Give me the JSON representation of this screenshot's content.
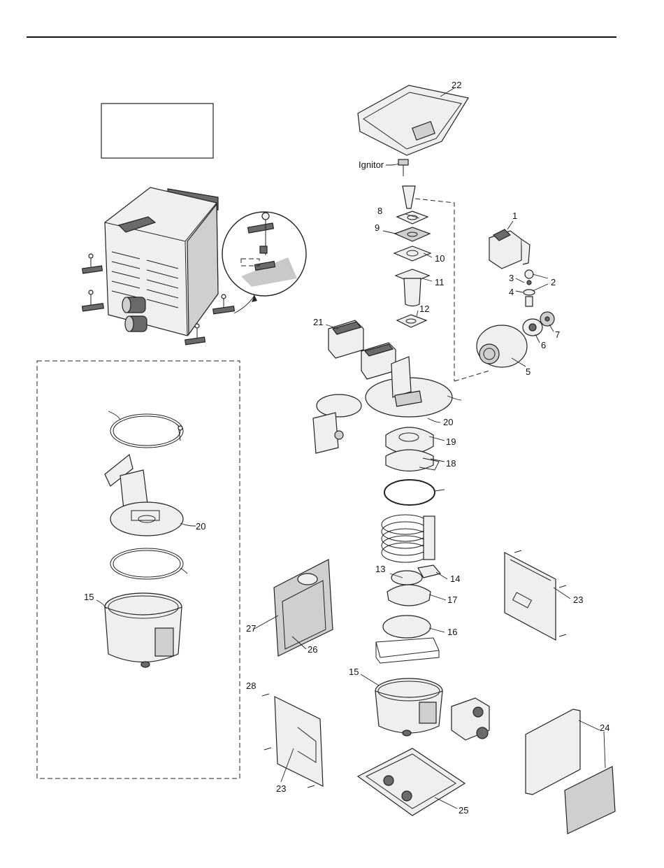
{
  "diagram": {
    "labels": {
      "ignitor": "Ignitor",
      "p1": "1",
      "p2": "2",
      "p3": "3",
      "p4": "4",
      "p5": "5",
      "p6": "6",
      "p7": "7",
      "p8": "8",
      "p9": "9",
      "p10": "10",
      "p11": "11",
      "p12": "12",
      "p13": "13",
      "p14": "14",
      "p15": "15",
      "p15b": "15",
      "p16": "16",
      "p17": "17",
      "p18": "18",
      "p19": "19",
      "p20": "20",
      "p20b": "20",
      "p21": "21",
      "p22": "22",
      "p23": "23",
      "p23b": "23",
      "p24": "24",
      "p25": "25",
      "p26": "26",
      "p27": "27",
      "p28": "28"
    }
  },
  "colors": {
    "line": "#222222",
    "part_fill": "#efefef",
    "dark_fill": "#6a6a6a",
    "shadow": "#c8c8c8"
  }
}
